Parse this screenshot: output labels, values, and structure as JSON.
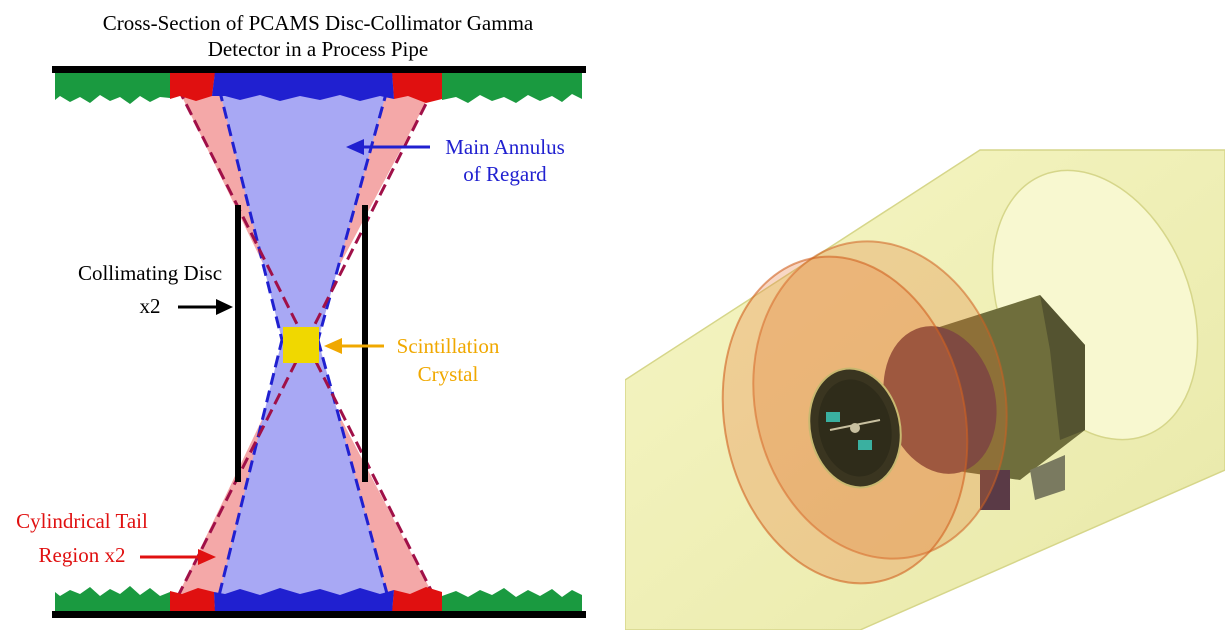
{
  "figure": {
    "title_line1": "Cross-Section of PCAMS Disc-Collimator Gamma",
    "title_line2": "Detector in a Process Pipe",
    "labels": {
      "main_annulus_line1": "Main Annulus",
      "main_annulus_line2": "of Regard",
      "collimating_disc_line1": "Collimating Disc",
      "collimating_disc_line2": "x2",
      "scintillation_line1": "Scintillation",
      "scintillation_line2": "Crystal",
      "tail_line1": "Cylindrical Tail",
      "tail_line2": "Region x2"
    },
    "colors": {
      "main_annulus": "#2020d0",
      "annulus_fill": "#a8a8f4",
      "tail": "#e01010",
      "tail_fill": "#f4a8a8",
      "crystal": "#f0d800",
      "crystal_label": "#f0a800",
      "disc": "#000000",
      "deposit": "#1a9a40",
      "cross_lines": "#a01048",
      "pipe_render": "#f2f2b0"
    }
  }
}
